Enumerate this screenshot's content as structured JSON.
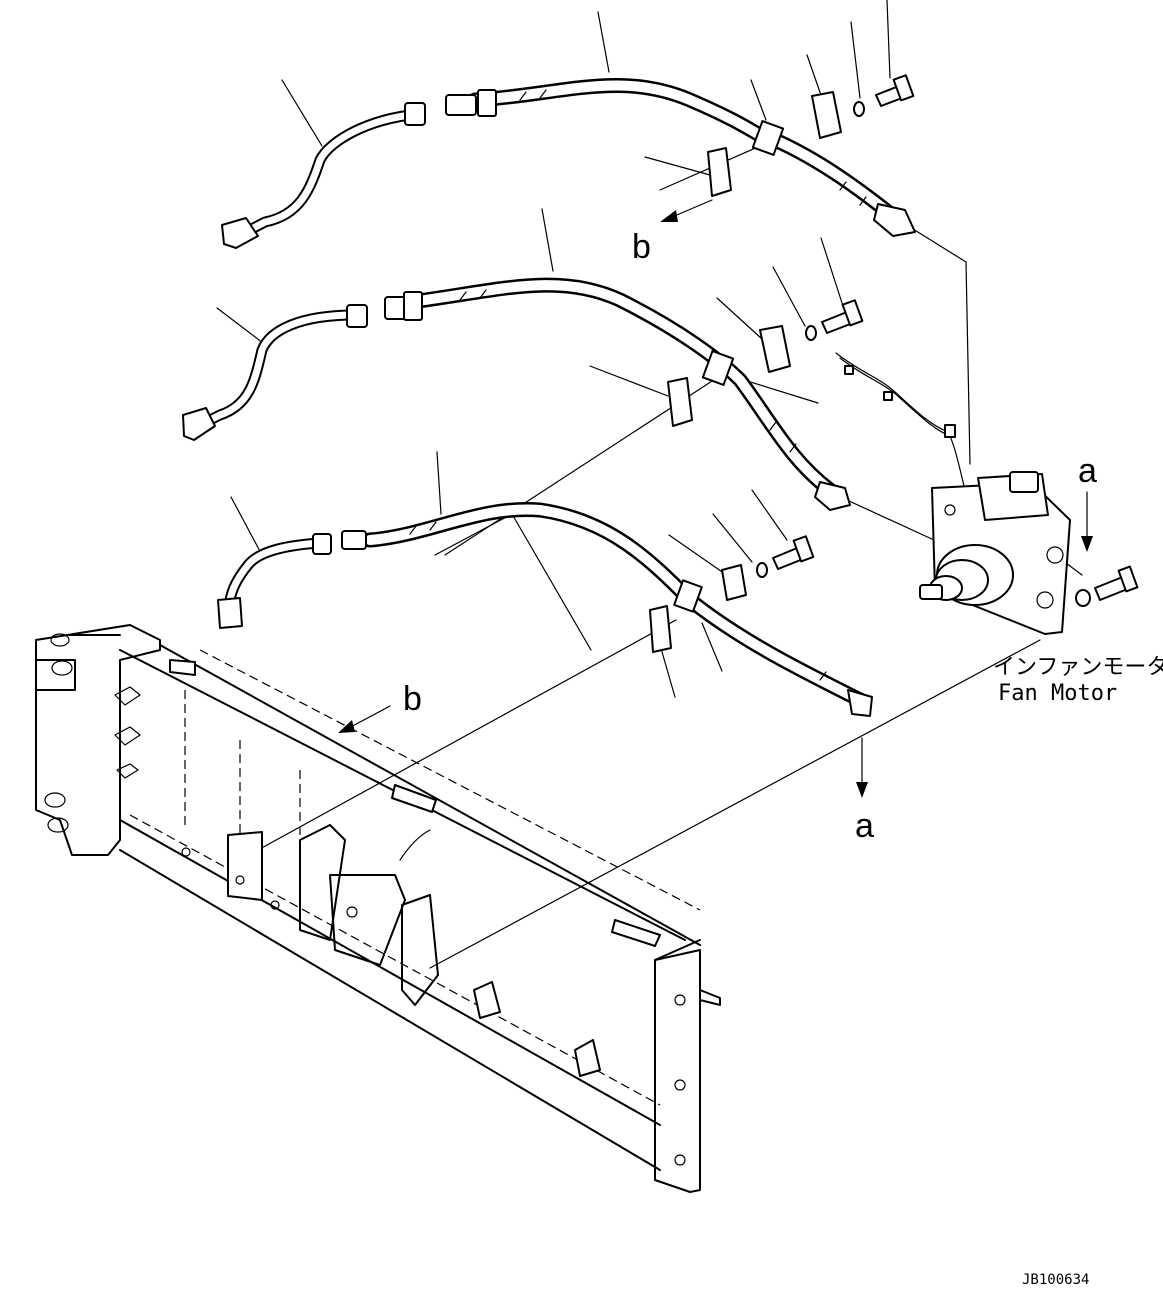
{
  "labels": {
    "ref_a_top": "a",
    "ref_a_bottom": "a",
    "ref_b_top": "b",
    "ref_b_bottom": "b"
  },
  "fan_motor": {
    "label_jp": "インファンモータ",
    "label_en": "Fan Motor"
  },
  "drawing_code": "JB100634"
}
